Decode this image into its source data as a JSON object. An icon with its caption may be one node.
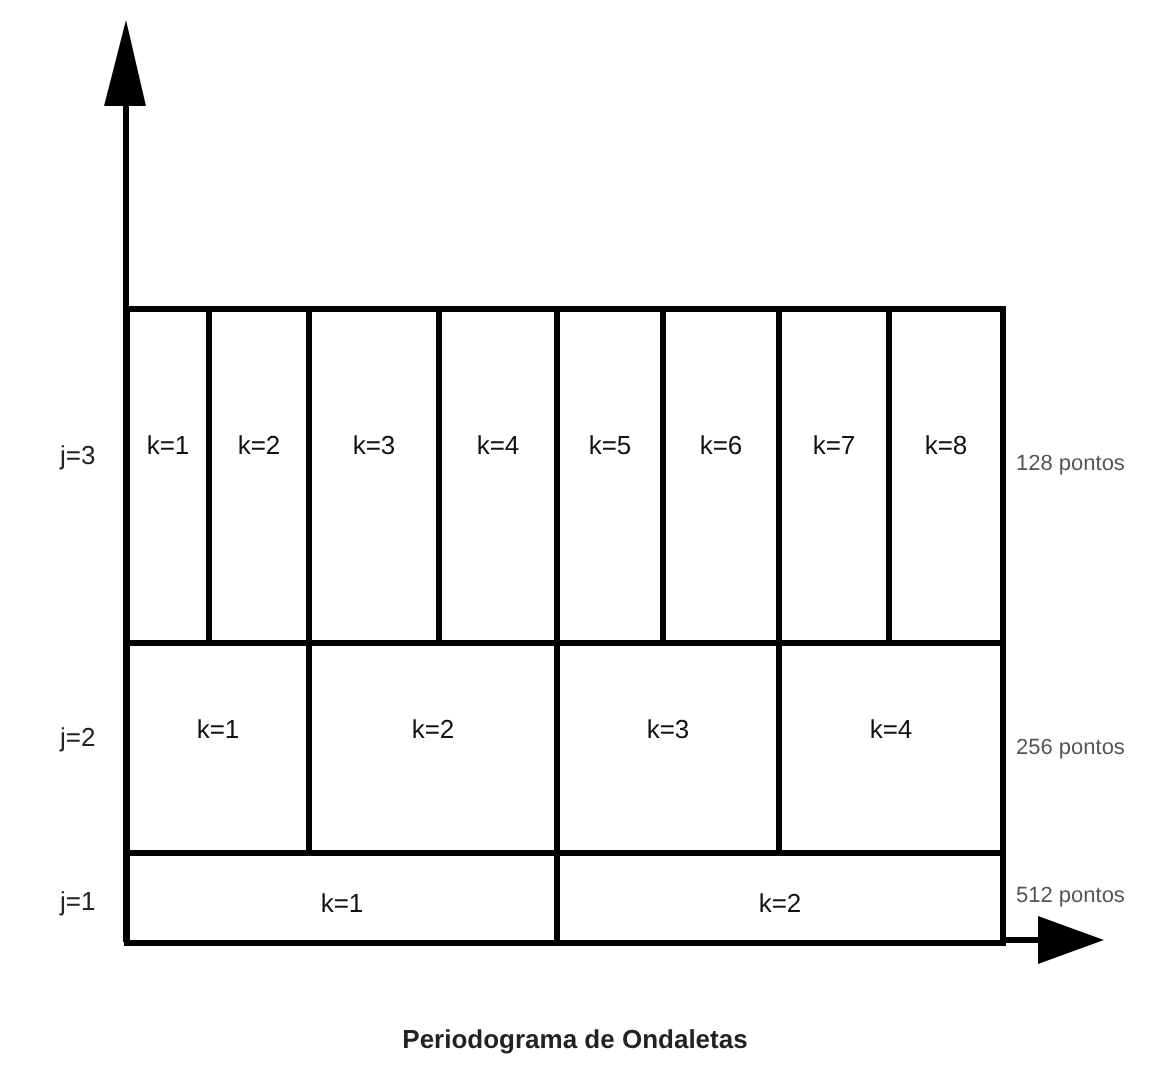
{
  "diagram": {
    "caption": "Periodograma de Ondaletas",
    "nodes": [
      {
        "text": [
          "k=1"
        ]
      },
      {
        "text": [
          "k=2"
        ]
      },
      {
        "text": [
          "k=3"
        ]
      },
      {
        "text": [
          "k=4"
        ]
      },
      {
        "text": [
          "k=5"
        ]
      },
      {
        "text": [
          "k=6"
        ]
      },
      {
        "text": [
          "k=7"
        ]
      },
      {
        "text": [
          "k=8"
        ]
      },
      {
        "text": [
          "k=1"
        ]
      },
      {
        "text": [
          "k=2"
        ]
      },
      {
        "text": [
          "k=3"
        ]
      },
      {
        "text": [
          "k=4"
        ]
      },
      {
        "text": [
          "k=1"
        ]
      },
      {
        "text": [
          "k=2"
        ]
      }
    ],
    "edges": [],
    "labels": [
      "j=3",
      "128 pontos",
      "j=2",
      "256 pontos",
      "j=1",
      "512 pontos"
    ]
  }
}
